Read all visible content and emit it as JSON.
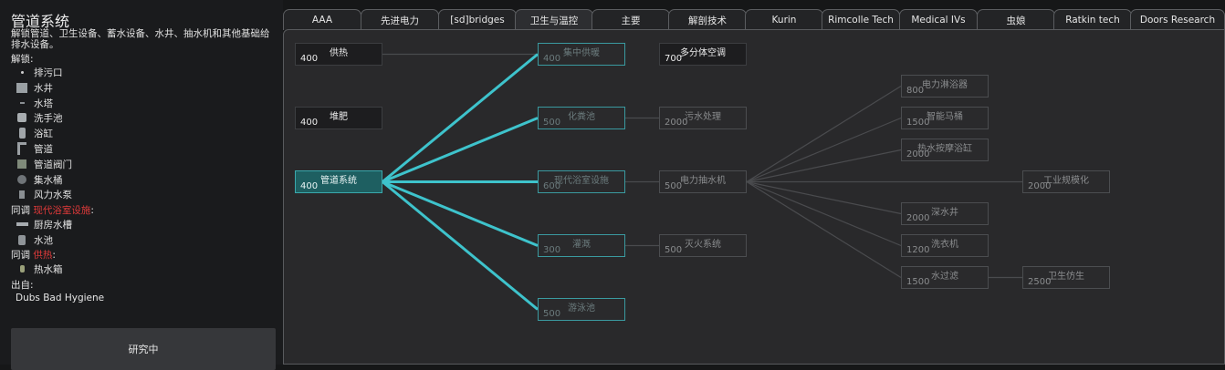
{
  "left": {
    "title": "管道系统",
    "description": "解锁管道、卫生设备、蓄水设备、水井、抽水机和其他基础给排水设备。",
    "unlocks_label": "解锁:",
    "unlocks": [
      {
        "label": "排污口",
        "icon": "drain-icon"
      },
      {
        "label": "水井",
        "icon": "well-icon"
      },
      {
        "label": "水塔",
        "icon": "water-tower-icon"
      },
      {
        "label": "洗手池",
        "icon": "sink-icon"
      },
      {
        "label": "浴缸",
        "icon": "bathtub-icon"
      },
      {
        "label": "管道",
        "icon": "pipe-icon"
      },
      {
        "label": "管道阀门",
        "icon": "valve-icon"
      },
      {
        "label": "集水桶",
        "icon": "barrel-icon"
      },
      {
        "label": "风力水泵",
        "icon": "wind-pump-icon"
      }
    ],
    "shared1_prefix": "同调",
    "shared1_name": "现代浴室设施",
    "shared1_suffix": ":",
    "shared1_items": [
      {
        "label": "厨房水槽",
        "icon": "kitchen-sink-icon"
      },
      {
        "label": "水池",
        "icon": "pool-icon"
      }
    ],
    "shared2_prefix": "同调",
    "shared2_name": "供热",
    "shared2_suffix": ":",
    "shared2_items": [
      {
        "label": "热水箱",
        "icon": "water-heater-icon"
      }
    ],
    "source_label": "出自:",
    "source": "Dubs Bad Hygiene",
    "research_button": "研究中"
  },
  "tabs": [
    "AAA",
    "先进电力",
    "[sd]bridges",
    "卫生与温控",
    "主要",
    "解剖技术",
    "Kurin",
    "Rimcolle Tech",
    "Medical IVs",
    "虫娘",
    "Ratkin tech",
    "Doors Research"
  ],
  "active_tab": 3,
  "nodes": [
    {
      "id": "heat",
      "name": "供热",
      "cost": "400",
      "state": "avail"
    },
    {
      "id": "compost",
      "name": "堆肥",
      "cost": "400",
      "state": "avail"
    },
    {
      "id": "plumbing",
      "name": "管道系统",
      "cost": "400",
      "state": "sel"
    },
    {
      "id": "central",
      "name": "集中供暖",
      "cost": "400",
      "state": "teal"
    },
    {
      "id": "septic",
      "name": "化粪池",
      "cost": "500",
      "state": "teal"
    },
    {
      "id": "modern",
      "name": "现代浴室设施",
      "cost": "600",
      "state": "teal"
    },
    {
      "id": "irrigation",
      "name": "灌溉",
      "cost": "300",
      "state": "teal"
    },
    {
      "id": "pool",
      "name": "游泳池",
      "cost": "500",
      "state": "teal"
    },
    {
      "id": "multisplit",
      "name": "多分体空调",
      "cost": "700",
      "state": "avail"
    },
    {
      "id": "sewage",
      "name": "污水处理",
      "cost": "2000",
      "state": "locked"
    },
    {
      "id": "pump",
      "name": "电力抽水机",
      "cost": "500",
      "state": "locked"
    },
    {
      "id": "fire",
      "name": "灭火系统",
      "cost": "500",
      "state": "locked"
    },
    {
      "id": "eshower",
      "name": "电力淋浴器",
      "cost": "800",
      "state": "locked"
    },
    {
      "id": "smarttoilet",
      "name": "智能马桶",
      "cost": "1500",
      "state": "locked"
    },
    {
      "id": "hottub",
      "name": "热水按摩浴缸",
      "cost": "2000",
      "state": "locked"
    },
    {
      "id": "deepwell",
      "name": "深水井",
      "cost": "2000",
      "state": "locked"
    },
    {
      "id": "washer",
      "name": "洗衣机",
      "cost": "1200",
      "state": "locked"
    },
    {
      "id": "filter",
      "name": "水过滤",
      "cost": "1500",
      "state": "locked"
    },
    {
      "id": "industrial",
      "name": "工业规模化",
      "cost": "2000",
      "state": "locked"
    },
    {
      "id": "sanitation",
      "name": "卫生仿生",
      "cost": "2500",
      "state": "locked"
    }
  ],
  "links": [
    {
      "from": "heat",
      "to": "central",
      "highlight": false
    },
    {
      "from": "septic",
      "to": "sewage",
      "highlight": false
    },
    {
      "from": "modern",
      "to": "pump",
      "highlight": false
    },
    {
      "from": "irrigation",
      "to": "fire",
      "highlight": false
    },
    {
      "from": "pump",
      "to": "eshower",
      "highlight": false
    },
    {
      "from": "pump",
      "to": "smarttoilet",
      "highlight": false
    },
    {
      "from": "pump",
      "to": "hottub",
      "highlight": false
    },
    {
      "from": "pump",
      "to": "deepwell",
      "highlight": false
    },
    {
      "from": "pump",
      "to": "washer",
      "highlight": false
    },
    {
      "from": "pump",
      "to": "filter",
      "highlight": false
    },
    {
      "from": "pump",
      "to": "industrial",
      "highlight": false
    },
    {
      "from": "filter",
      "to": "sanitation",
      "highlight": false
    },
    {
      "from": "plumbing",
      "to": "central",
      "highlight": true
    },
    {
      "from": "plumbing",
      "to": "septic",
      "highlight": true
    },
    {
      "from": "plumbing",
      "to": "modern",
      "highlight": true
    },
    {
      "from": "plumbing",
      "to": "irrigation",
      "highlight": true
    },
    {
      "from": "plumbing",
      "to": "pool",
      "highlight": true
    }
  ],
  "colors": {
    "highlight_link": "#3ec3cc",
    "link": "#4a4b4e",
    "accent_red": "#e03a3a",
    "selected_node": "#1e5f61"
  }
}
